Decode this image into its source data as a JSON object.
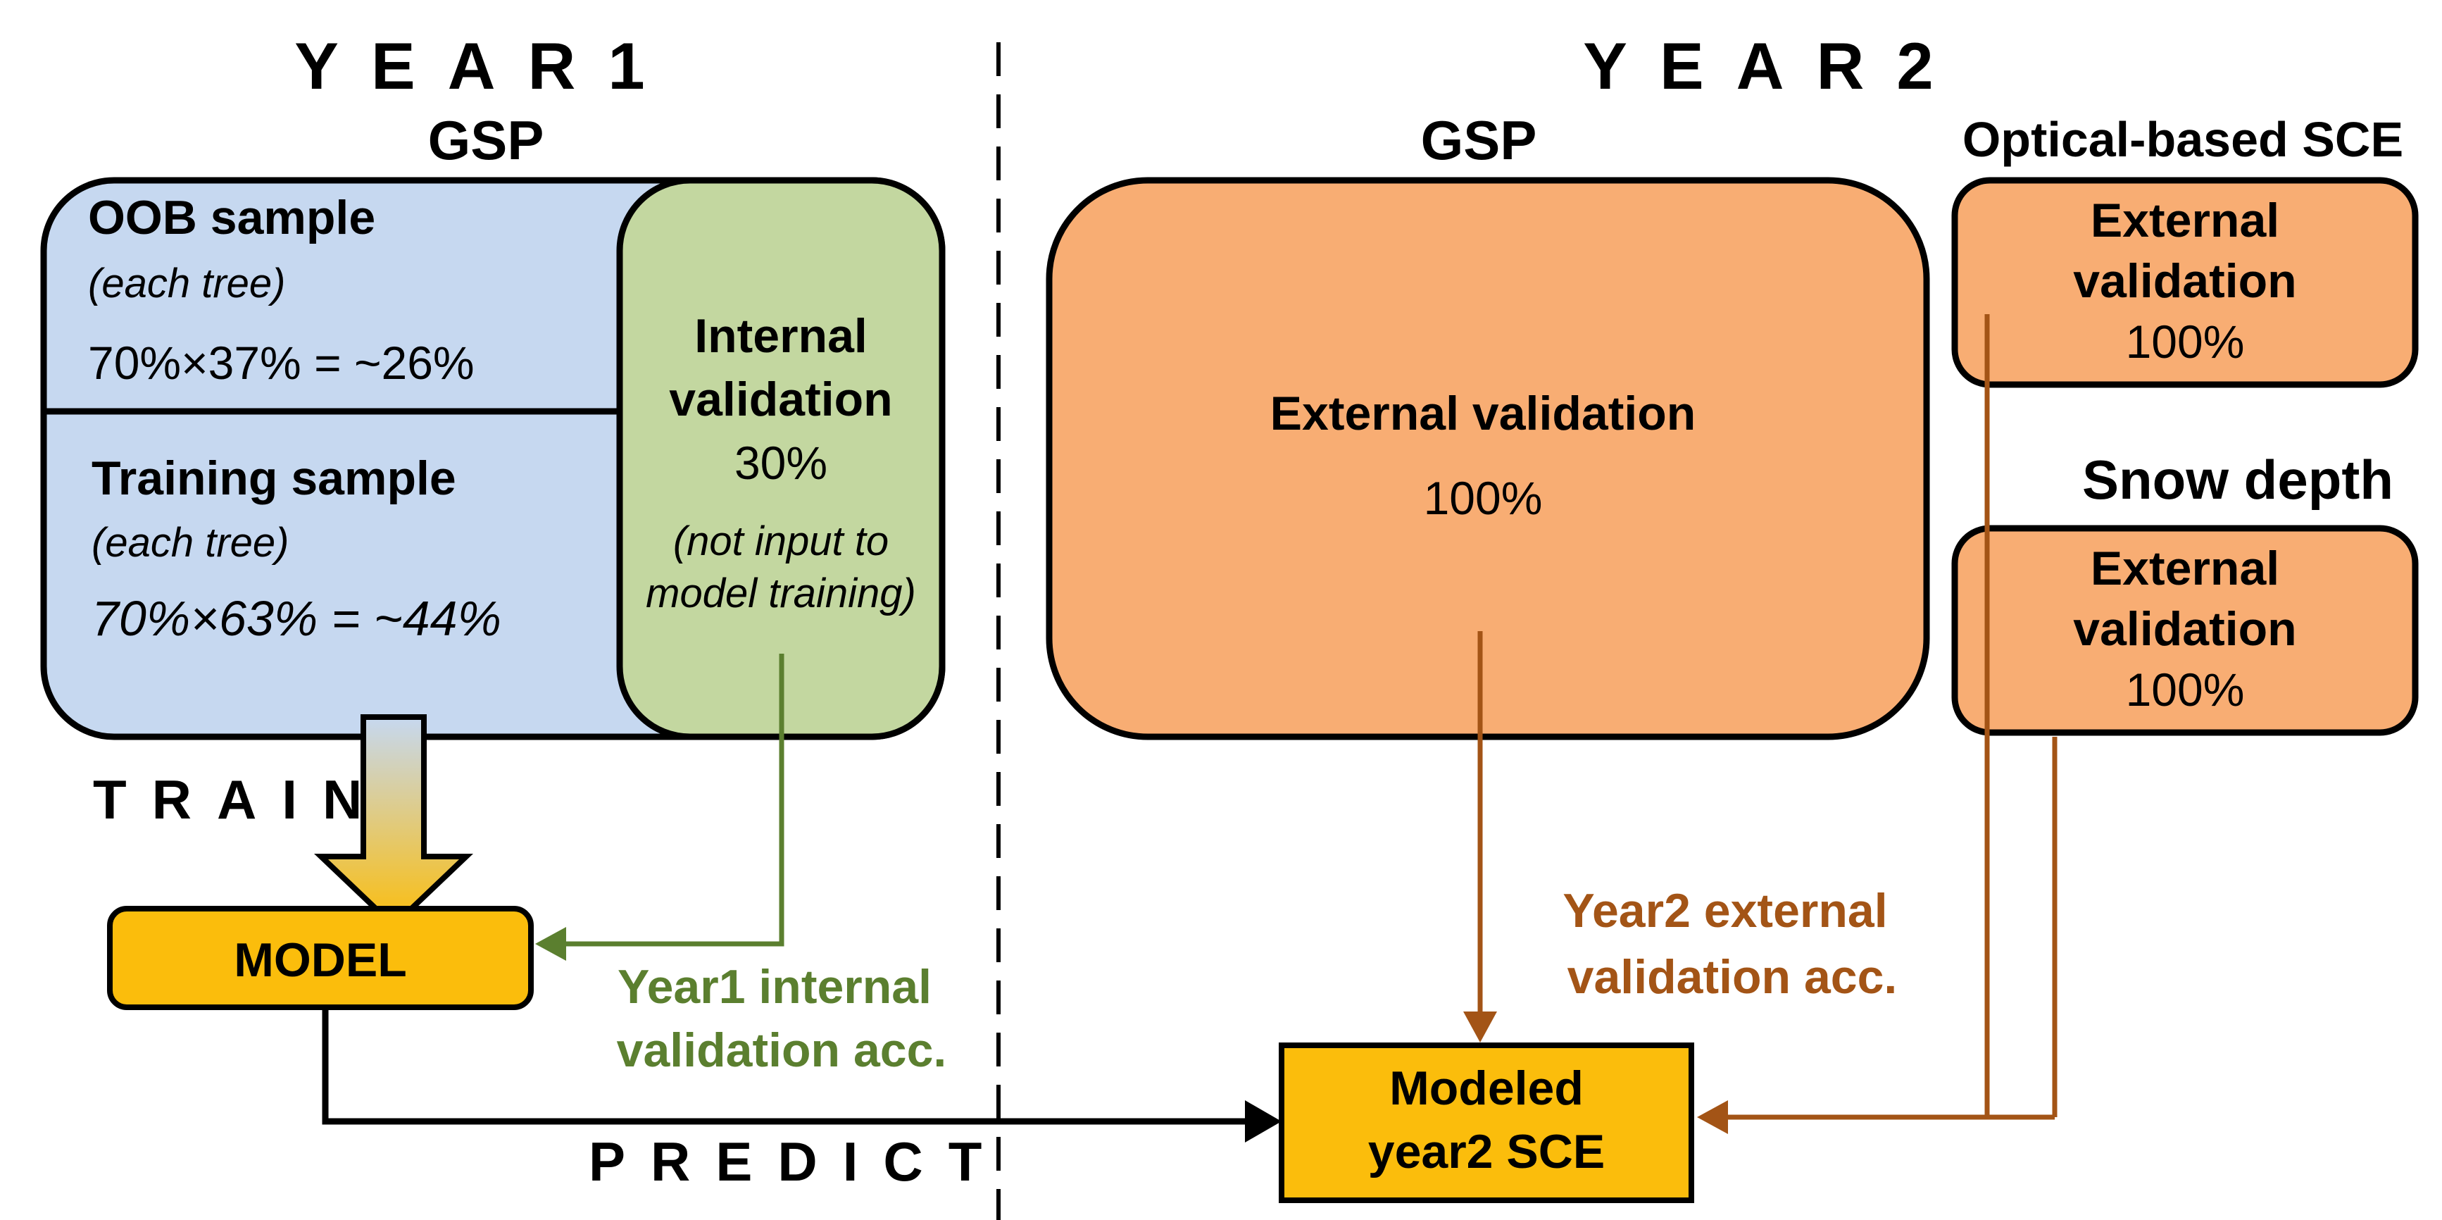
{
  "year1": {
    "title": "YEAR1",
    "gsp_label": "GSP",
    "oob": {
      "title": "OOB sample",
      "note": "(each tree)",
      "formula": "70%×37% = ~26%"
    },
    "training": {
      "title": "Training sample",
      "note": "(each tree)",
      "formula": "70%×63% = ~44%"
    },
    "internal": {
      "line1": "Internal",
      "line2": "validation",
      "percent": "30%",
      "note1": "(not input to",
      "note2": "model training)"
    },
    "train_label": "TRAIN",
    "model_label": "MODEL",
    "acc_line1": "Year1 internal",
    "acc_line2": "validation acc."
  },
  "year2": {
    "title": "YEAR2",
    "gsp_label": "GSP",
    "gsp_box": {
      "line1": "External validation",
      "percent": "100%"
    },
    "optical_label": "Optical-based SCE",
    "optical_box": {
      "line1": "External",
      "line2": "validation",
      "percent": "100%"
    },
    "snow_label": "Snow depth",
    "snow_box": {
      "line1": "External",
      "line2": "validation",
      "percent": "100%"
    },
    "acc_line1": "Year2 external",
    "acc_line2": "validation acc.",
    "modeled_line1": "Modeled",
    "modeled_line2": "year2 SCE"
  },
  "predict_label": "PREDICT",
  "colors": {
    "blue_fill": "#c6d8f0",
    "green_fill": "#c3d7a0",
    "orange_fill": "#f8ad73",
    "gold_fill": "#fbbd0c",
    "green_line": "#5b7f2f",
    "brown_line": "#a35416"
  }
}
